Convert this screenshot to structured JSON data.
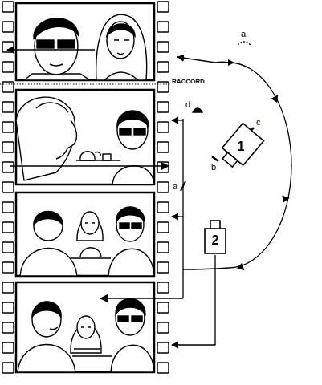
{
  "diagram": {
    "nodes": [
      {
        "text": [
          "1"
        ]
      },
      {
        "text": [
          "2"
        ]
      }
    ],
    "labels": [
      "RACCORD",
      "a",
      "d",
      "c",
      "b",
      "a"
    ]
  }
}
